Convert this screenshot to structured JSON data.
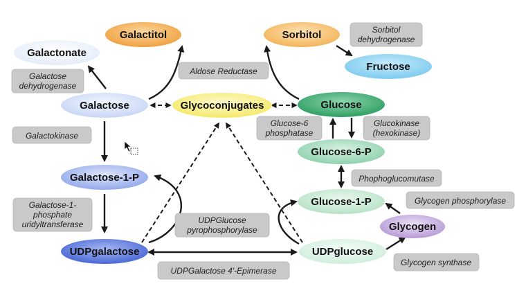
{
  "nodes": {
    "galactitol": "Galactitol",
    "sorbitol": "Sorbitol",
    "galactonate": "Galactonate",
    "fructose": "Fructose",
    "galactose": "Galactose",
    "glycoconjugates": "Glycoconjugates",
    "glucose": "Glucose",
    "glucose6p": "Glucose-6-P",
    "galactose1p": "Galactose-1-P",
    "glucose1p": "Glucose-1-P",
    "glycogen": "Glycogen",
    "udpgalactose": "UDPgalactose",
    "udpglucose": "UDPglucose"
  },
  "enzymes": {
    "aldose_reductase": "Aldose Reductase",
    "sorbitol_dh": [
      "Sorbitol",
      "dehydrogenase"
    ],
    "galactose_dh": [
      "Galactose",
      "dehydrogenase"
    ],
    "galactokinase": "Galactokinase",
    "glucose6_phosphatase": [
      "Glucose-6",
      "phosphatase"
    ],
    "glucokinase": [
      "Glucokinase",
      "(hexokinase)"
    ],
    "phosphoglucomutase": "Phophoglucomutase",
    "glycogen_phosphorylase": "Glycogen phosphorylase",
    "galt": [
      "Galactose-1-",
      "phosphate",
      "uridyltransferase"
    ],
    "udpglucose_pyro": [
      "UDPGlucose",
      "pyrophosphorylase"
    ],
    "epimerase": "UDPGalactose 4'-Epimerase",
    "glycogen_synthase": "Glycogen synthase"
  },
  "colors": {
    "galactitol": "#f0a040",
    "sorbitol": "#f3b45a",
    "galactonate": "#e4ecfa",
    "fructose": "#7ecbf0",
    "galactose": "#c8d6f5",
    "glycoconjugates": "#f5e96a",
    "glucose": "#2e9e63",
    "glucose6p": "#8fd1ae",
    "galactose1p": "#93a9eb",
    "glucose1p": "#b7e2c6",
    "glycogen": "#b79ad6",
    "udpgalactose": "#4a68d6",
    "udpglucose": "#cfeedd"
  }
}
